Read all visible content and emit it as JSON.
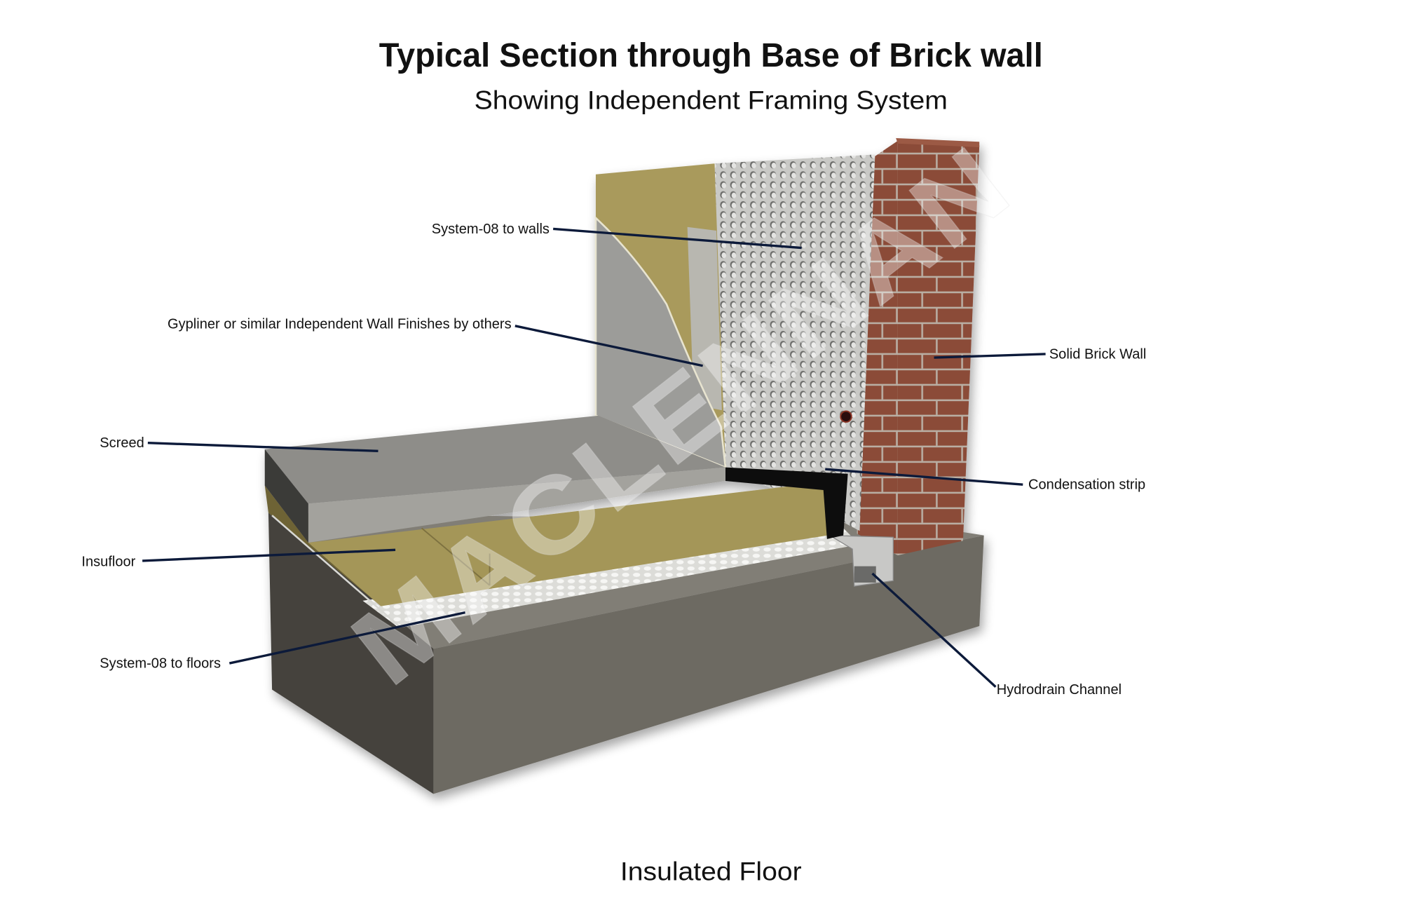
{
  "header": {
    "title": "Typical Section through Base of Brick wall",
    "subtitle": "Showing Independent Framing System"
  },
  "footer": {
    "caption": "Insulated Floor"
  },
  "labels": {
    "system08_walls": "System-08 to walls",
    "gypliner": "Gypliner or similar Independent Wall Finishes by others",
    "screed": "Screed",
    "insufloor": "Insufloor",
    "system08_floors": "System-08 to floors",
    "solid_brick_wall": "Solid Brick Wall",
    "condensation_strip": "Condensation strip",
    "hydrodrain_channel": "Hydrodrain Channel"
  },
  "watermark": "MACLENNAN",
  "colors": {
    "leader": "#0c1a3a",
    "brick": "#8a4a36",
    "insulation": "#a99a5c",
    "screed": "#8e8d89",
    "concrete": "#6f6c64"
  }
}
